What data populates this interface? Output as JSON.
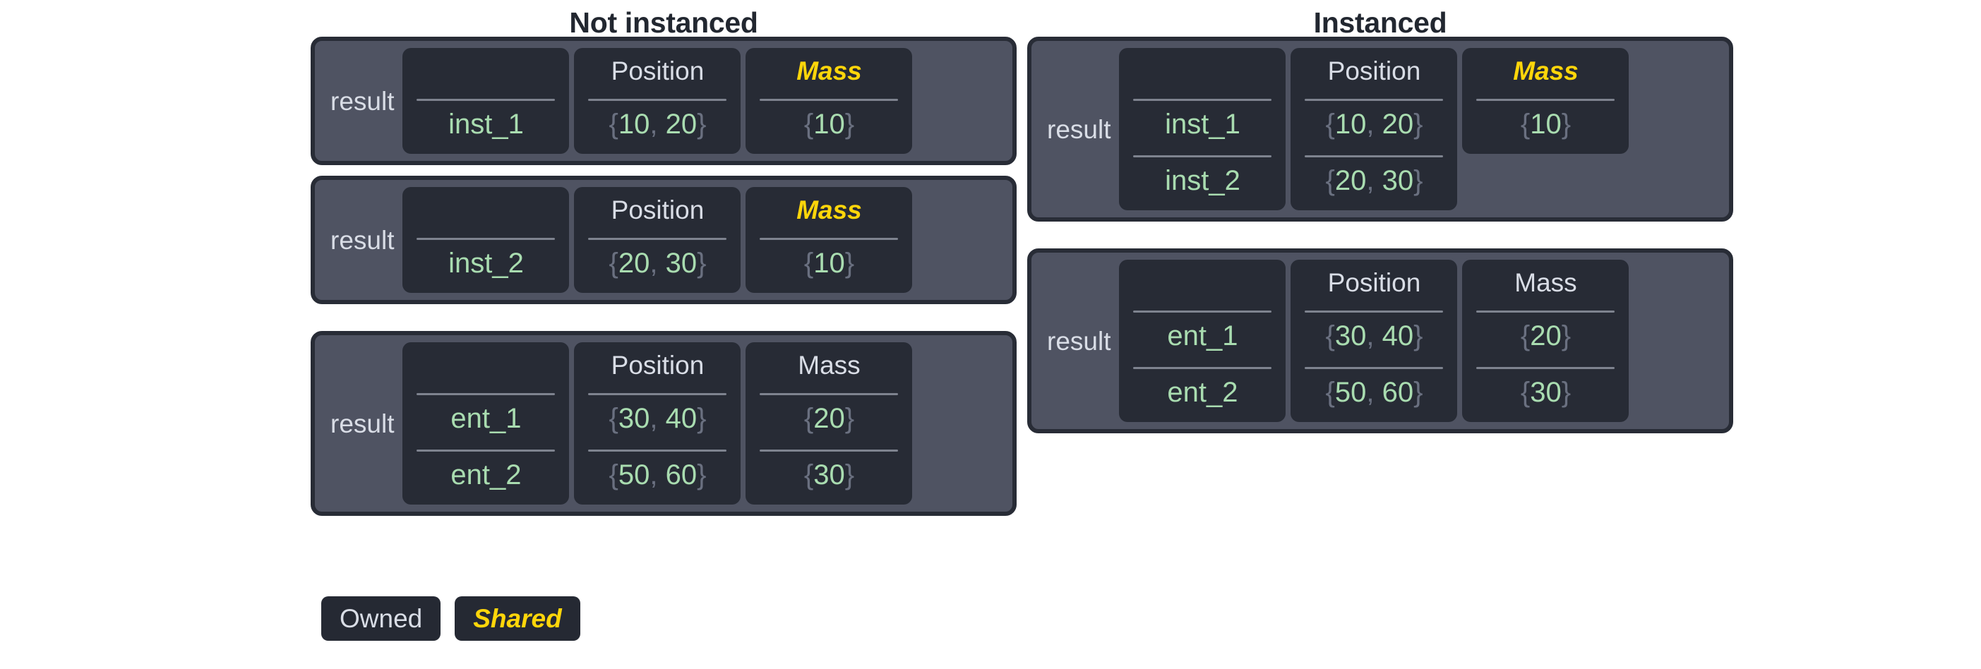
{
  "colors": {
    "page_background": "#ffffff",
    "title_text": "#222730",
    "panel_fill": "#4f5362",
    "panel_border": "#282c36",
    "column_card_fill": "#272b35",
    "owned_text": "#d9dde6",
    "shared_text": "#ffd60a",
    "value_text": "#a9dcb0",
    "brace_text": "#6a7080",
    "divider": "#7e838f"
  },
  "left": {
    "title": "Not instanced",
    "panels": [
      {
        "label": "result",
        "columns": [
          {
            "header": "",
            "shared": false,
            "cells": [
              "inst_1"
            ]
          },
          {
            "header": "Position",
            "shared": false,
            "cells": [
              "{10, 20}"
            ]
          },
          {
            "header": "Mass",
            "shared": true,
            "cells": [
              "{10}"
            ]
          }
        ]
      },
      {
        "label": "result",
        "columns": [
          {
            "header": "",
            "shared": false,
            "cells": [
              "inst_2"
            ]
          },
          {
            "header": "Position",
            "shared": false,
            "cells": [
              "{20, 30}"
            ]
          },
          {
            "header": "Mass",
            "shared": true,
            "cells": [
              "{10}"
            ]
          }
        ]
      },
      {
        "label": "result",
        "columns": [
          {
            "header": "",
            "shared": false,
            "cells": [
              "ent_1",
              "ent_2"
            ]
          },
          {
            "header": "Position",
            "shared": false,
            "cells": [
              "{30, 40}",
              "{50, 60}"
            ]
          },
          {
            "header": "Mass",
            "shared": false,
            "cells": [
              "{20}",
              "{30}"
            ]
          }
        ]
      }
    ]
  },
  "right": {
    "title": "Instanced",
    "panels": [
      {
        "label": "result",
        "columns": [
          {
            "header": "",
            "shared": false,
            "cells": [
              "inst_1",
              "inst_2"
            ]
          },
          {
            "header": "Position",
            "shared": false,
            "cells": [
              "{10, 20}",
              "{20, 30}"
            ]
          },
          {
            "header": "Mass",
            "shared": true,
            "cells": [
              "{10}"
            ]
          }
        ]
      },
      {
        "label": "result",
        "columns": [
          {
            "header": "",
            "shared": false,
            "cells": [
              "ent_1",
              "ent_2"
            ]
          },
          {
            "header": "Position",
            "shared": false,
            "cells": [
              "{30, 40}",
              "{50, 60}"
            ]
          },
          {
            "header": "Mass",
            "shared": false,
            "cells": [
              "{20}",
              "{30}"
            ]
          }
        ]
      }
    ]
  },
  "legend": {
    "owned_label": "Owned",
    "shared_label": "Shared"
  }
}
